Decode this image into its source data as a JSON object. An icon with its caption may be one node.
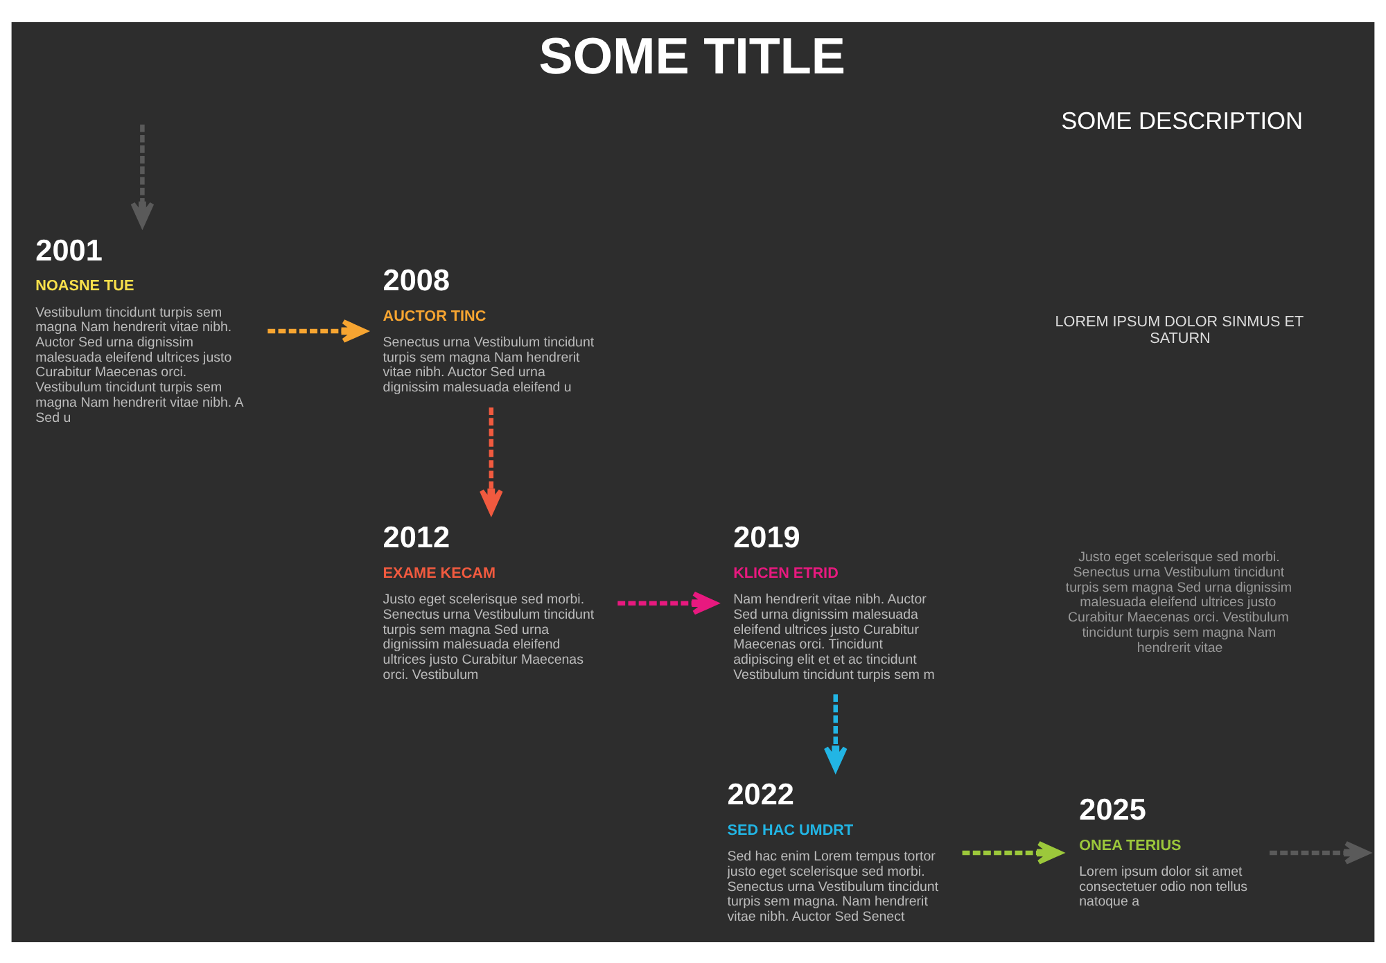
{
  "diagram": {
    "title": "SOME TITLE",
    "nodes": [
      {
        "text": [
          "2001",
          "NOASNE TUE",
          "Vestibulum tincidunt turpis sem magna Nam hendrerit vitae nibh. Auctor Sed urna dignissim malesuada eleifend ultrices justo Curabitur Maecenas orci. Vestibulum tincidunt turpis sem magna Nam hendrerit vitae nibh. A Sed u"
        ]
      },
      {
        "text": [
          "2008",
          "AUCTOR TINC",
          "Senectus urna Vestibulum tincidunt turpis sem magna Nam hendrerit vitae nibh. Auctor Sed urna dignissim malesuada eleifend u"
        ]
      },
      {
        "text": [
          "2012",
          "EXAME KECAM",
          "Justo eget scelerisque sed morbi. Senectus urna Vestibulum tincidunt turpis sem magna Sed urna dignissim malesuada eleifend ultrices justo Curabitur Maecenas orci. Vestibulum"
        ]
      },
      {
        "text": [
          "2019",
          "KLICEN ETRID",
          "Nam hendrerit vitae nibh. Auctor Sed urna dignissim malesuada eleifend ultrices justo Curabitur Maecenas orci. Tincidunt adipiscing elit et et ac tincidunt Vestibulum tincidunt turpis sem m"
        ]
      },
      {
        "text": [
          "2022",
          "SED HAC UMDRT",
          "Sed hac enim Lorem tempus tortor justo eget scelerisque sed morbi. Senectus urna Vestibulum tincidunt turpis sem magna. Nam hendrerit vitae nibh. Auctor Sed Senect"
        ]
      },
      {
        "text": [
          "2025",
          "ONEA TERIUS",
          "Lorem ipsum dolor sit amet consectetuer odio non tellus natoque a"
        ]
      }
    ],
    "edges": [
      {
        "from": null,
        "to": 0,
        "arrow": "to",
        "color": "#5a5a5a"
      },
      {
        "from": 0,
        "to": 1,
        "arrow": "to",
        "color": "#f7a531"
      },
      {
        "from": 1,
        "to": 2,
        "arrow": "to",
        "color": "#f15a3f"
      },
      {
        "from": 2,
        "to": 3,
        "arrow": "to",
        "color": "#e8197f"
      },
      {
        "from": 3,
        "to": 4,
        "arrow": "to",
        "color": "#22b5e4"
      },
      {
        "from": 4,
        "to": 5,
        "arrow": "to",
        "color": "#9cc83b"
      },
      {
        "from": 5,
        "to": null,
        "arrow": "to",
        "color": "#5a5a5a"
      }
    ],
    "labels": [
      "SOME DESCRIPTION",
      "LOREM IPSUM DOLOR SINMUS ET SATURN",
      "Justo eget scelerisque sed morbi. Senectus urna Vestibulum tincidunt turpis sem magna Sed urna dignissim malesuada eleifend ultrices justo Curabitur Maecenas orci. Vestibulum tincidunt turpis sem magna Nam hendrerit vitae"
    ]
  }
}
